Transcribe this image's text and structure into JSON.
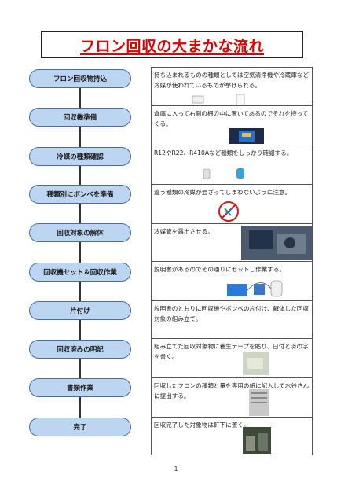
{
  "title": "フロン回収の大まかな流れ",
  "steps": [
    {
      "label": "フロン回収物持込",
      "description": "持ち込まれるものの種類としては空気清浄機や冷蔵庫など冷媒が使われているものが挙げられる。"
    },
    {
      "label": "回収機準備",
      "description": "倉庫に入って右側の棚の中に置いてあるのでそれを持ってくる。"
    },
    {
      "label": "冷媒の種類確認",
      "description": "R12やR22、R410Aなど種類をしっかり確認する。"
    },
    {
      "label": "種類別にボンベを準備",
      "description": "違う種類の冷媒が混ざってしまわないように注意。"
    },
    {
      "label": "回収対象の解体",
      "description": "冷媒管を露出させる。"
    },
    {
      "label": "回収機セット＆回収作業",
      "description": "説明書があるのでその通りにセットし作業する。"
    },
    {
      "label": "片付け",
      "description": "説明書のとおりに回収機やボンベの片付け、解体した回収対象の組み立て。"
    },
    {
      "label": "回収済みの明記",
      "description": "組み立てた回収対象物に養生テープを貼り、日付と済の字を書く。"
    },
    {
      "label": "書類作業",
      "description": "回収したフロンの種類と量を専用の紙に記入して水谷さんに提出する。"
    },
    {
      "label": "完了",
      "description": "回収完了した対象物は軒下に置く。"
    }
  ],
  "page_number": "1"
}
